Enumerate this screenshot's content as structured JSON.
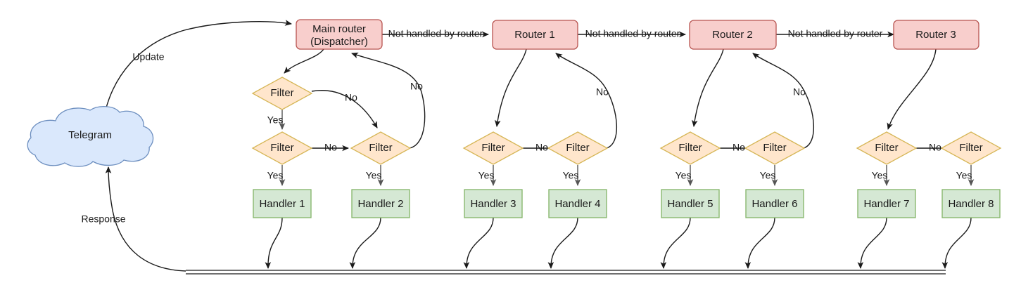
{
  "diagram": {
    "title": "Telegram bot update routing flow",
    "colors": {
      "router_fill": "#f8cecc",
      "router_stroke": "#b85450",
      "filter_fill": "#ffe6cc",
      "filter_stroke": "#d6b656",
      "handler_fill": "#d5e8d4",
      "handler_stroke": "#82b366",
      "cloud_fill": "#dae8fc",
      "cloud_stroke": "#6c8ebf",
      "edge": "#1a1a1a",
      "background": "#ffffff"
    },
    "cloud": {
      "label": "Telegram"
    },
    "routers": [
      {
        "id": "main-router",
        "line1": "Main router",
        "line2": "(Dispatcher)"
      },
      {
        "id": "router-1",
        "line1": "Router 1",
        "line2": ""
      },
      {
        "id": "router-2",
        "line1": "Router 2",
        "line2": ""
      },
      {
        "id": "router-3",
        "line1": "Router 3",
        "line2": ""
      }
    ],
    "filters": [
      {
        "id": "filter-a",
        "label": "Filter"
      },
      {
        "id": "filter-b",
        "label": "Filter"
      },
      {
        "id": "filter-c",
        "label": "Filter"
      },
      {
        "id": "filter-d",
        "label": "Filter"
      },
      {
        "id": "filter-e",
        "label": "Filter"
      },
      {
        "id": "filter-f",
        "label": "Filter"
      },
      {
        "id": "filter-g",
        "label": "Filter"
      },
      {
        "id": "filter-h",
        "label": "Filter"
      },
      {
        "id": "filter-i",
        "label": "Filter"
      }
    ],
    "handlers": [
      {
        "id": "handler-1",
        "label": "Handler 1"
      },
      {
        "id": "handler-2",
        "label": "Handler 2"
      },
      {
        "id": "handler-3",
        "label": "Handler 3"
      },
      {
        "id": "handler-4",
        "label": "Handler 4"
      },
      {
        "id": "handler-5",
        "label": "Handler 5"
      },
      {
        "id": "handler-6",
        "label": "Handler 6"
      },
      {
        "id": "handler-7",
        "label": "Handler 7"
      },
      {
        "id": "handler-8",
        "label": "Handler 8"
      }
    ],
    "edge_labels": {
      "update": "Update",
      "response": "Response",
      "not_handled_1": "Not handled by router",
      "not_handled_2": "Not handled by router",
      "not_handled_3": "Not handled by router",
      "yes_1": "Yes",
      "yes_2": "Yes",
      "yes_3": "Yes",
      "yes_4": "Yes",
      "yes_5": "Yes",
      "yes_6": "Yes",
      "yes_7": "Yes",
      "yes_8": "Yes",
      "yes_9": "Yes",
      "no_1": "No",
      "no_2": "No",
      "no_3": "No",
      "no_4": "No",
      "no_5": "No",
      "no_6": "No",
      "no_7": "No",
      "no_8": "No"
    }
  }
}
